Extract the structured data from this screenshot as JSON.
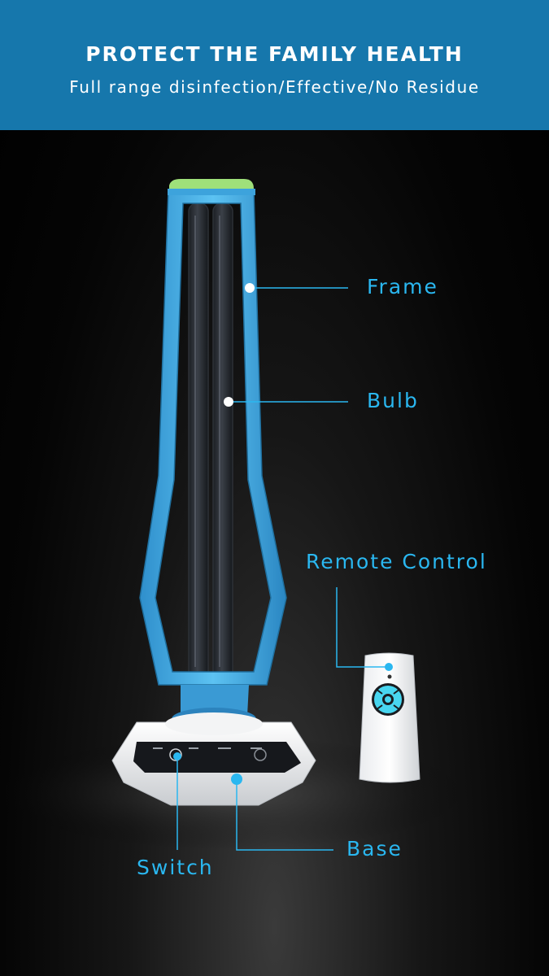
{
  "banner": {
    "title": "PROTECT THE FAMILY HEALTH",
    "subtitle": "Full range disinfection/Effective/No Residue"
  },
  "labels": {
    "frame": "Frame",
    "bulb": "Bulb",
    "remote": "Remote Control",
    "base": "Base",
    "switch": "Switch"
  },
  "colors": {
    "banner": "#1677ac",
    "accent": "#2ab7f0",
    "frame": "#4ab0e6",
    "top_cap": "#9fe07a"
  }
}
